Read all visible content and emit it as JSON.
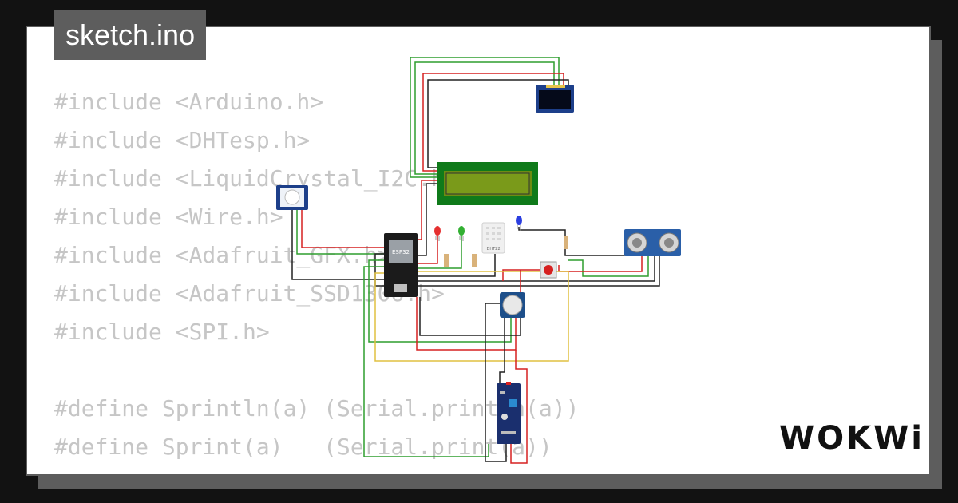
{
  "window": {
    "title": "sketch.ino"
  },
  "code_lines": [
    "#include <Arduino.h>",
    "#include <DHTesp.h>",
    "#include <LiquidCrystal_I2C.h>",
    "#include <Wire.h>",
    "#include <Adafruit_GFX.h>",
    "#include <Adafruit_SSD1306.h>",
    "#include <SPI.h>",
    "",
    "#define Sprintln(a) (Serial.println(a))",
    "#define Sprint(a)   (Serial.print(a))"
  ],
  "brand": {
    "logo_text": "WOKWi"
  },
  "components": {
    "esp32_label": "ESP32",
    "dht_label": "DHT22"
  },
  "colors": {
    "background": "#121212",
    "card": "#ffffff",
    "frame": "#5d5d5d",
    "code_text": "#c6c6c6",
    "wire_green": "#2e9e2e",
    "wire_red": "#d62020",
    "wire_black": "#222222",
    "wire_yellow": "#e0c040",
    "lcd_green": "#7a9a1a"
  },
  "icons": [
    "oled-display-icon",
    "lcd-display-icon",
    "pir-sensor-icon",
    "esp32-board-icon",
    "led-red-icon",
    "led-green-icon",
    "led-blue-icon",
    "dht22-sensor-icon",
    "ultrasonic-sensor-icon",
    "push-button-icon",
    "potentiometer-icon",
    "sensor-module-icon"
  ]
}
